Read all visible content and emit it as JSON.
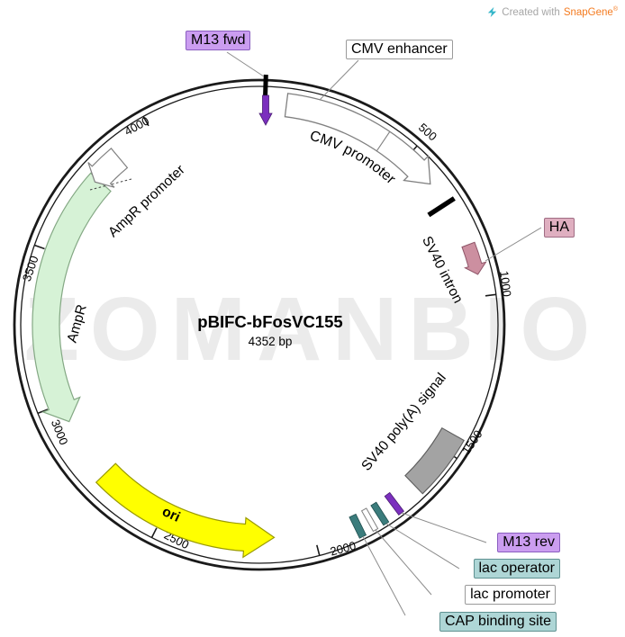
{
  "credit": {
    "prefix": "Created with",
    "brand": "SnapGene",
    "registered": "®"
  },
  "watermark": "ZOMANBIO",
  "title": {
    "name": "pBIFC-bFosVC155",
    "size": "4352 bp"
  },
  "ticks": [
    "500",
    "1000",
    "1500",
    "2000",
    "2500",
    "3000",
    "3500",
    "4000"
  ],
  "features": {
    "m13_fwd": "M13 fwd",
    "cmv_enhancer": "CMV enhancer",
    "cmv_promoter": "CMV promoter",
    "sv40_intron": "SV40 intron",
    "ha": "HA",
    "sv40_polya": "SV40 poly(A) signal",
    "m13_rev": "M13 rev",
    "lac_operator": "lac operator",
    "lac_promoter": "lac promoter",
    "cap_binding_site": "CAP binding site",
    "ori": "ori",
    "ampr": "AmpR",
    "ampr_promoter": "AmpR promoter"
  },
  "colors": {
    "primer_feature": "#7b2fbe",
    "primer_label_bg": "#cb9df0",
    "tag_label_bg": "#dfafc0",
    "ha_feature": "#cc8fa0",
    "operator_label_bg": "#aed6d6",
    "operator_feature": "#3b7c7c",
    "ori_fill": "#ffff00",
    "ampr_fill": "#d6f2d6",
    "polya_fill": "#a3a3a3",
    "ring": "#1a1a1a",
    "brand_orange": "#f47b20",
    "logo_teal": "#35b6c9"
  }
}
